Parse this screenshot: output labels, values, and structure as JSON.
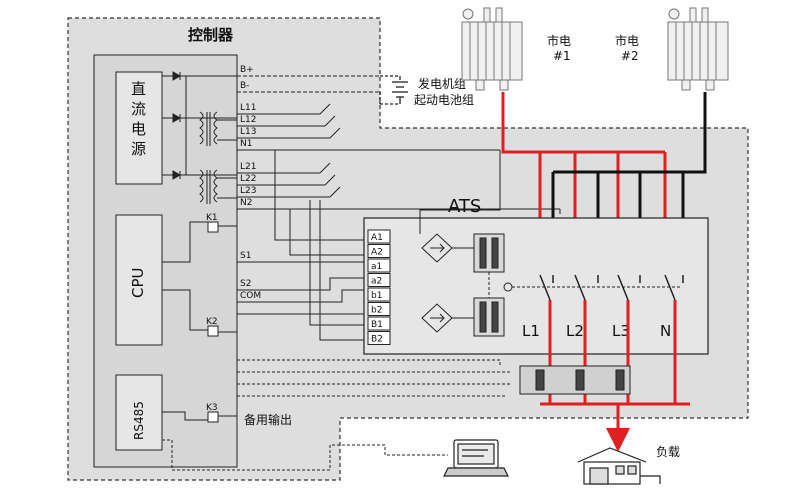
{
  "controller": {
    "title": "控制器",
    "dc_power": "直流电源",
    "cpu": "CPU",
    "rs485": "RS485",
    "terminals": [
      "B+",
      "B-",
      "L11",
      "L12",
      "L13",
      "N1",
      "L21",
      "L22",
      "L23",
      "N2",
      "S1",
      "S2",
      "COM"
    ],
    "relays": [
      "K1",
      "K2",
      "K3"
    ],
    "backup_output": "备用输出"
  },
  "generator": {
    "line1": "发电机组",
    "line2": "起动电池组"
  },
  "sources": [
    {
      "label": "市电",
      "number": "#1"
    },
    {
      "label": "市电",
      "number": "#2"
    }
  ],
  "ats": {
    "title": "ATS",
    "terminals": [
      "A1",
      "A2",
      "a1",
      "a2",
      "b1",
      "b2",
      "B1",
      "B2"
    ],
    "poles": [
      "L1",
      "L2",
      "L3",
      "N"
    ]
  },
  "load": {
    "label": "负载"
  },
  "colors": {
    "source1_line": "#e02020",
    "source2_line": "#111111",
    "panel_fill": "#dedede",
    "controller_fill": "#d6d6d6",
    "box_fill": "#e6e6e6"
  }
}
